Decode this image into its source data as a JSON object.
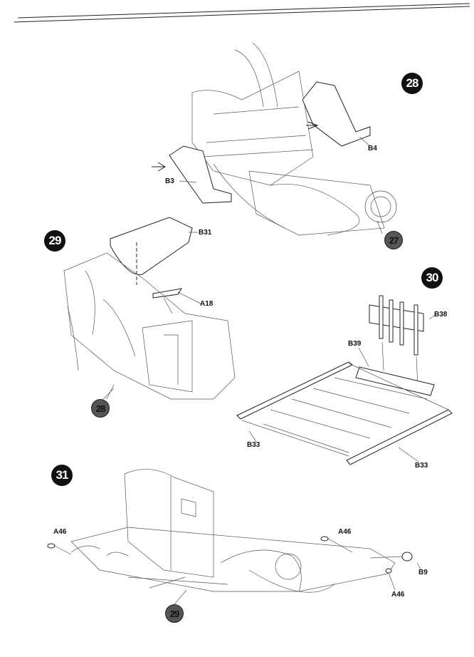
{
  "steps": {
    "s28": {
      "number": "28",
      "ref": "27",
      "labels": {
        "b4": "B4",
        "b3": "B3"
      }
    },
    "s29": {
      "number": "29",
      "ref": "28",
      "labels": {
        "b31": "B31",
        "a18": "A18"
      }
    },
    "s30": {
      "number": "30",
      "labels": {
        "b38": "B38",
        "b39": "B39",
        "b33a": "B33",
        "b33b": "B33"
      }
    },
    "s31": {
      "number": "31",
      "ref": "29",
      "labels": {
        "a46a": "A46",
        "a46b": "A46",
        "b9": "B9",
        "a46c": "A46"
      }
    }
  }
}
